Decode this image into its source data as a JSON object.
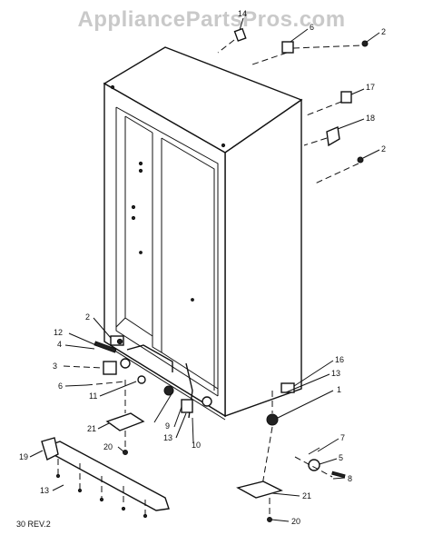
{
  "watermark": "AppliancePartsPros.com",
  "footer_note": "30 REV.2",
  "callouts": [
    "14",
    "6",
    "2",
    "17",
    "18",
    "2",
    "2",
    "12",
    "4",
    "3",
    "6",
    "11",
    "16",
    "13",
    "1",
    "9",
    "13",
    "10",
    "21",
    "20",
    "19",
    "13",
    "7",
    "5",
    "8",
    "21",
    "20"
  ]
}
